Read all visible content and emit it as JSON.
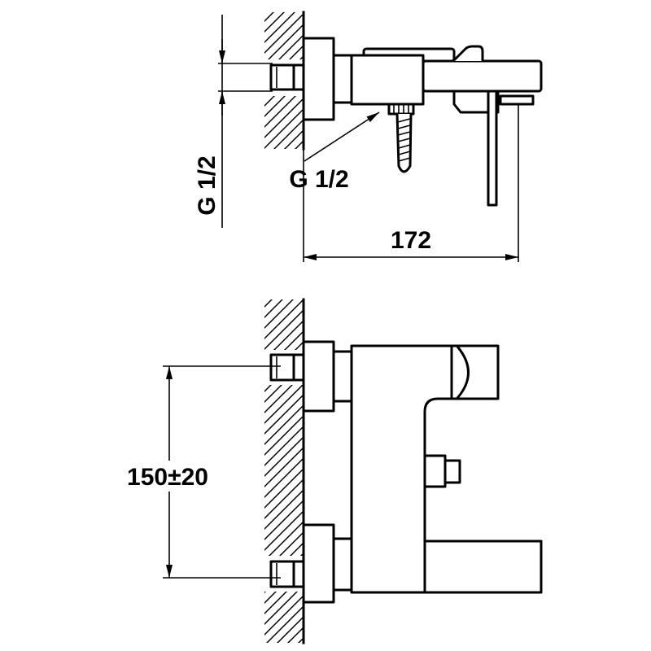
{
  "side_view": {
    "thread_dimension_label": "G 1/2",
    "outlet_thread_label": "G 1/2",
    "projection_dimension_label": "172"
  },
  "front_view": {
    "center_distance_label": "150±20"
  }
}
